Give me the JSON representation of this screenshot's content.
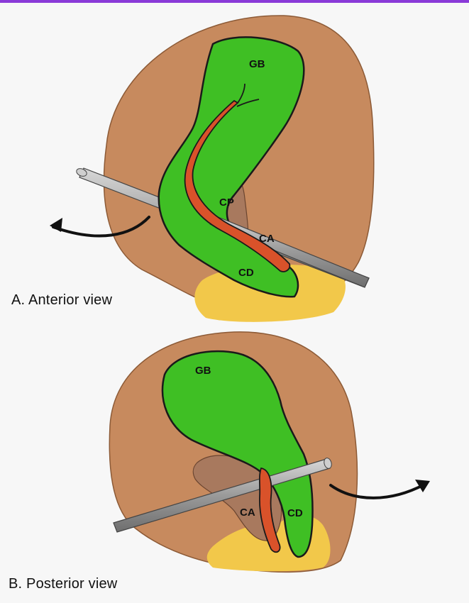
{
  "panels": [
    {
      "title": "A. Anterior view",
      "labels": {
        "gb": "GB",
        "cp": "CP",
        "ca": "CA",
        "cd": "CD"
      }
    },
    {
      "title": "B. Posterior view",
      "labels": {
        "gb": "GB",
        "ca": "CA",
        "cd": "CD"
      }
    }
  ],
  "colors": {
    "liver": "#c78a5e",
    "gallbladder": "#3fbf24",
    "artery": "#d9522a",
    "fat": "#f2c84a",
    "retractor": "#a9a9a9",
    "outline": "#1a1a1a"
  },
  "icons": [
    "retraction-arrow-icon",
    "retractor-rod-icon"
  ]
}
